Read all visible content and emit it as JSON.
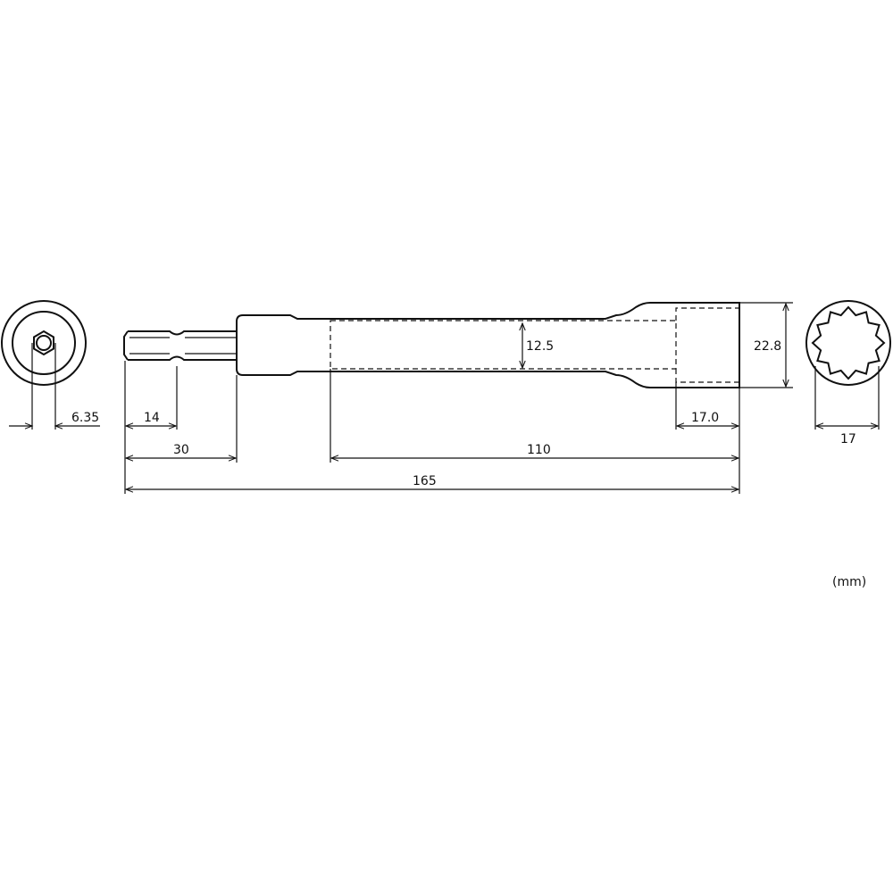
{
  "dimensions": {
    "square_drive": "6.35",
    "hex_length": "14",
    "shank_length": "30",
    "socket_depth_length": "110",
    "overall_length": "165",
    "bore_diameter": "12.5",
    "head_diameter": "22.8",
    "socket_depth": "17.0",
    "socket_size": "17"
  },
  "unit_label": "(mm)",
  "line_color": "#111111"
}
